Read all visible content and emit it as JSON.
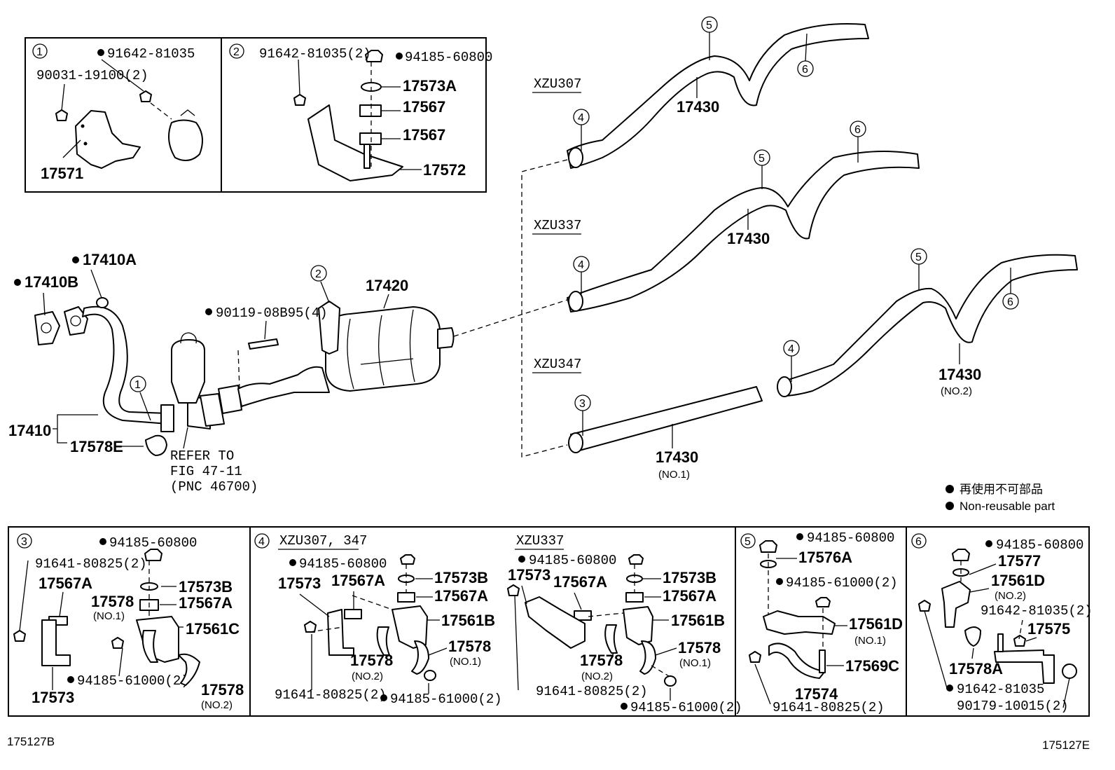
{
  "top_inset": {
    "box1": {
      "number": "1",
      "labels": [
        "91642-81035",
        "90031-19100(2)",
        "17571"
      ]
    },
    "box2": {
      "number": "2",
      "labels": [
        "91642-81035(2)",
        "94185-60800",
        "17573A",
        "17567",
        "17567",
        "17572"
      ]
    }
  },
  "main": {
    "labels": {
      "l17410A": "17410A",
      "l17410B": "17410B",
      "l17410": "17410",
      "l17578E": "17578E",
      "refer1": "REFER TO",
      "refer2": "FIG 47-11",
      "refer3": "(PNC 46700)",
      "l90119": "90119-08B95(4)",
      "l17420": "17420",
      "c1": "1",
      "c2": "2"
    },
    "tailpipes": [
      {
        "model": "XZU307",
        "part": "17430",
        "sub": "",
        "c4": "4",
        "c5": "5",
        "c6": "6"
      },
      {
        "model": "XZU337",
        "part": "17430",
        "sub": "",
        "c4": "4",
        "c5": "5",
        "c6": "6"
      },
      {
        "model": "XZU347",
        "part": "17430",
        "sub": "(NO.1)",
        "c3": "3"
      },
      {
        "model": "",
        "part": "17430",
        "sub": "(NO.2)",
        "c4": "4",
        "c5": "5",
        "c6": "6"
      }
    ]
  },
  "legend": {
    "jp": "再使用不可部品",
    "en": "Non-reusable part"
  },
  "bottom_inset": {
    "box3": {
      "number": "3",
      "labels": [
        "94185-60800",
        "91641-80825(2)",
        "17567A",
        "17573B",
        "17567A",
        "17578",
        "(NO.1)",
        "17561C",
        "94185-61000(2)",
        "17578",
        "(NO.2)",
        "17573"
      ]
    },
    "box4": {
      "number": "4",
      "model_a": "XZU307, 347",
      "model_b": "XZU337",
      "labels_a": [
        "94185-60800",
        "17573",
        "17567A",
        "17573B",
        "17567A",
        "17561B",
        "17578",
        "(NO.1)",
        "17578",
        "(NO.2)",
        "91641-80825(2)",
        "94185-61000(2)"
      ],
      "labels_b": [
        "94185-60800",
        "17573",
        "17567A",
        "17573B",
        "17567A",
        "17561B",
        "17578",
        "(NO.1)",
        "17578",
        "(NO.2)",
        "91641-80825(2)",
        "94185-61000(2)"
      ]
    },
    "box5": {
      "number": "5",
      "labels": [
        "94185-60800",
        "17576A",
        "94185-61000(2)",
        "17561D",
        "(NO.1)",
        "17569C",
        "17574",
        "91641-80825(2)"
      ]
    },
    "box6": {
      "number": "6",
      "labels": [
        "94185-60800",
        "17577",
        "17561D",
        "(NO.2)",
        "91642-81035(2)",
        "17575",
        "17578A",
        "91642-81035",
        "90179-10015(2)"
      ]
    }
  },
  "footer": {
    "left": "175127B",
    "right": "175127E"
  }
}
